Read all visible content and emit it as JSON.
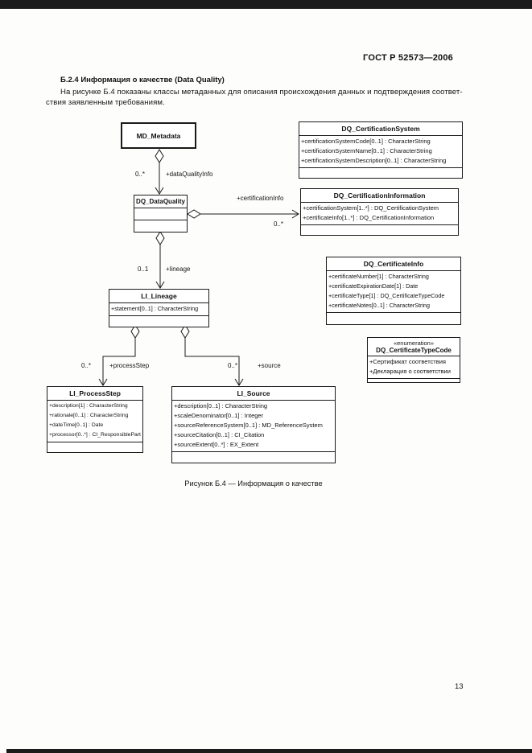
{
  "page": {
    "header": "ГОСТ Р 52573—2006",
    "section_title": "Б.2.4  Информация о качестве (Data Quality)",
    "paragraph_line1": "На рисунке Б.4 показаны классы метаданных для описания происхождения данных и подтверждения соответ-",
    "paragraph_line2": "ствия заявленным требованиям.",
    "figure_caption": "Рисунок Б.4 — Информация о качестве",
    "page_number": "13"
  },
  "diagram": {
    "classes": [
      {
        "name": "MD_Metadata",
        "attributes": []
      },
      {
        "name": "DQ_CertificationSystem",
        "attributes": [
          "+certificationSystemCode[0..1] : CharacterString",
          "+certificationSystemName[0..1] : CharacterString",
          "+certificationSystemDescription[0..1] : CharacterString"
        ]
      },
      {
        "name": "DQ_DataQuality",
        "attributes": []
      },
      {
        "name": "DQ_CertificationInformation",
        "attributes": [
          "+certificationSystem[1..*] : DQ_CertificationSystem",
          "+certificateInfo[1..*] : DQ_CertificationInformation"
        ]
      },
      {
        "name": "DQ_CertificateInfo",
        "attributes": [
          "+certificateNumber[1] : CharacterString",
          "+certificateExpirationDate[1] : Date",
          "+certificateType[1] : DQ_CertificateTypeCode",
          "+certificateNotes[0..1] : CharacterString"
        ]
      },
      {
        "name": "LI_Lineage",
        "attributes": [
          "+statement[0..1] : CharacterString"
        ]
      },
      {
        "name": "DQ_CertificateTypeCode",
        "stereotype": "«enumeration»",
        "attributes": [
          "+Сертификат соответствия",
          "+Декларация о соответствии"
        ]
      },
      {
        "name": "LI_ProcessStep",
        "attributes": [
          "+description[1] : CharacterString",
          "+rationale[0..1] : CharacterString",
          "+dateTime[0..1] : Date",
          "+processor[0..*] : CI_ResponsibleParty"
        ]
      },
      {
        "name": "LI_Source",
        "attributes": [
          "+description[0..1] : CharacterString",
          "+scaleDenominator[0..1] : Integer",
          "+sourceReferenceSystem[0..1] : MD_ReferenceSystem",
          "+sourceCitation[0..1] : CI_Citation",
          "+sourceExtent[0..*] : EX_Extent"
        ]
      }
    ],
    "edges": [
      {
        "role": "+dataQualityInfo",
        "multiplicity": "0..*"
      },
      {
        "role": "+certificationInfo",
        "multiplicity": "0..*"
      },
      {
        "role": "+lineage",
        "multiplicity": "0..1"
      },
      {
        "role": "+processStep",
        "multiplicity": "0..*"
      },
      {
        "role": "+source",
        "multiplicity": "0..*"
      }
    ]
  }
}
